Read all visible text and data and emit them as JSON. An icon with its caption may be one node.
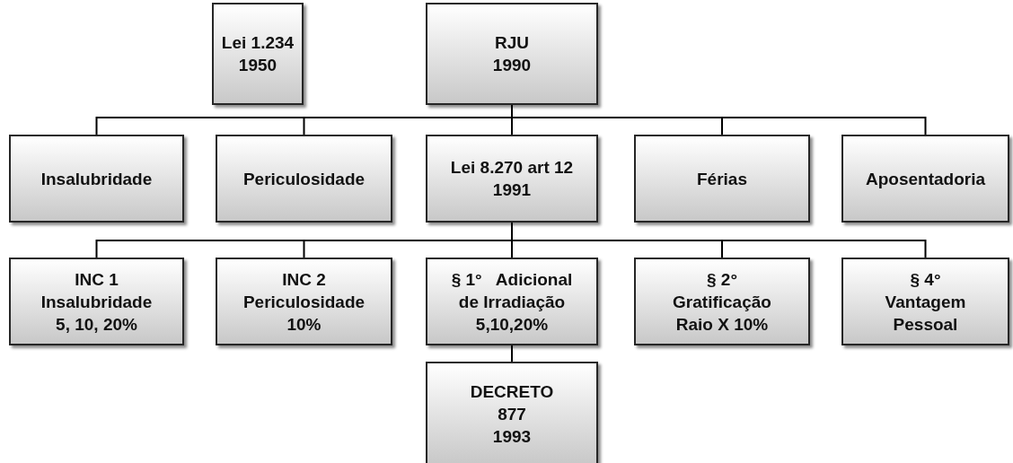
{
  "diagram": {
    "nodes": [
      {
        "text": [
          "Lei 1.234",
          "1950"
        ]
      },
      {
        "text": [
          "RJU",
          "1990"
        ]
      },
      {
        "text": [
          "Insalubridade"
        ]
      },
      {
        "text": [
          "Periculosidade"
        ]
      },
      {
        "text": [
          "Lei 8.270 art 12",
          "1991"
        ]
      },
      {
        "text": [
          "Férias"
        ]
      },
      {
        "text": [
          "Aposentadoria"
        ]
      },
      {
        "text": [
          "INC 1",
          "Insalubridade",
          "5, 10, 20%"
        ]
      },
      {
        "text": [
          "INC 2",
          "Periculosidade",
          "10%"
        ]
      },
      {
        "text": [
          "§ 1°   Adicional",
          "de Irradiação",
          "5,10,20%"
        ]
      },
      {
        "text": [
          "§ 2°",
          "Gratificação",
          "Raio X 10%"
        ]
      },
      {
        "text": [
          "§ 4°",
          "Vantagem",
          "Pessoal"
        ]
      },
      {
        "text": [
          "DECRETO",
          "877",
          "1993"
        ]
      }
    ],
    "edges": [
      {
        "from": 1,
        "to": 2,
        "arrow": "none"
      },
      {
        "from": 1,
        "to": 3,
        "arrow": "none"
      },
      {
        "from": 1,
        "to": 4,
        "arrow": "none"
      },
      {
        "from": 1,
        "to": 5,
        "arrow": "none"
      },
      {
        "from": 1,
        "to": 6,
        "arrow": "none"
      },
      {
        "from": 4,
        "to": 7,
        "arrow": "none"
      },
      {
        "from": 4,
        "to": 8,
        "arrow": "none"
      },
      {
        "from": 4,
        "to": 9,
        "arrow": "none"
      },
      {
        "from": 4,
        "to": 10,
        "arrow": "none"
      },
      {
        "from": 4,
        "to": 11,
        "arrow": "none"
      },
      {
        "from": 9,
        "to": 12,
        "arrow": "none"
      }
    ]
  }
}
